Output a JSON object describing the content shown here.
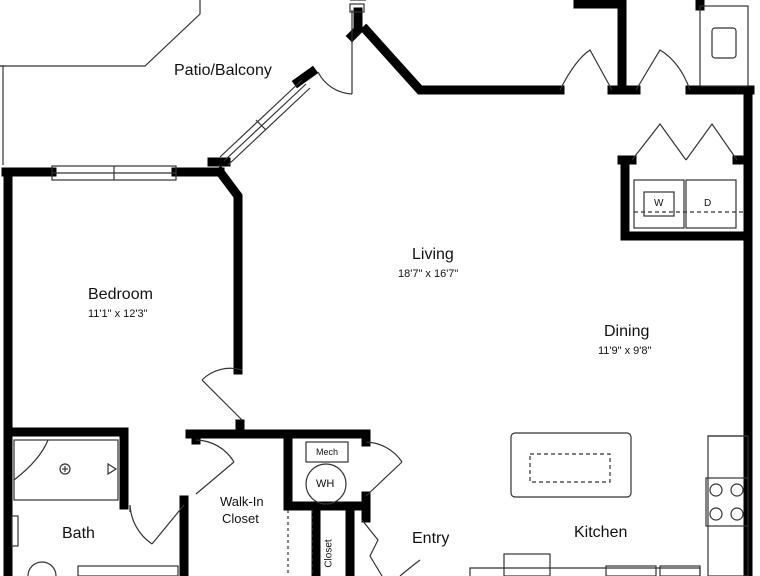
{
  "rooms": {
    "patio": {
      "name": "Patio/Balcony"
    },
    "living": {
      "name": "Living",
      "dims": "18'7\" x 16'7\""
    },
    "bedroom": {
      "name": "Bedroom",
      "dims": "11'1\" x 12'3\""
    },
    "dining": {
      "name": "Dining",
      "dims": "11'9\" x 9'8\""
    },
    "bath": {
      "name": "Bath"
    },
    "walkin": {
      "name_line1": "Walk-In",
      "name_line2": "Closet"
    },
    "entry": {
      "name": "Entry"
    },
    "kitchen": {
      "name": "Kitchen"
    },
    "closet": {
      "name": "Closet"
    }
  },
  "fixtures": {
    "washer": "W",
    "dryer": "D",
    "mech": "Mech",
    "water_heater": "WH"
  }
}
